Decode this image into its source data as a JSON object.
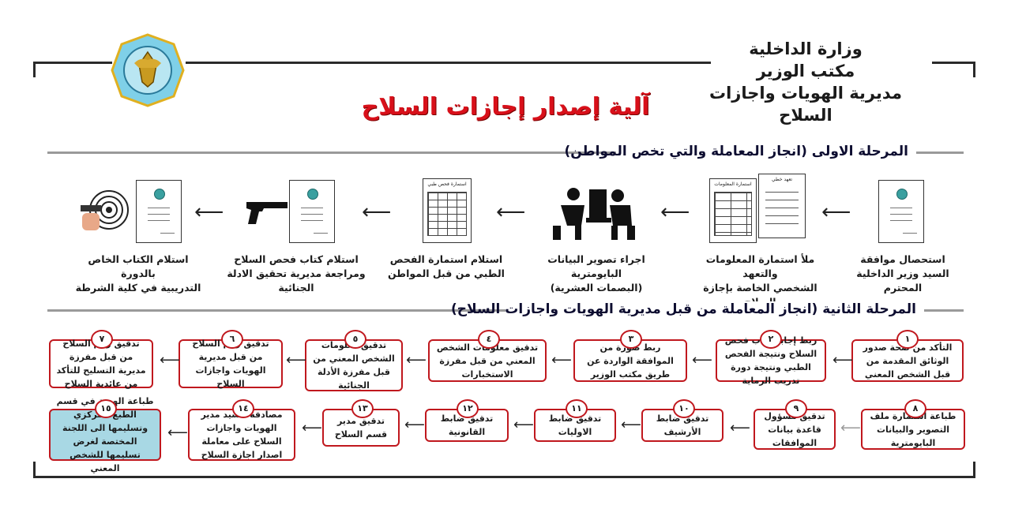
{
  "header": {
    "ministry": [
      "وزارة الداخلية",
      "مكتب الوزير",
      "مديرية الهويات واجازات السلاح"
    ],
    "title": "آلية إصدار إجازات السلاح"
  },
  "colors": {
    "accent_red": "#c0181e",
    "title_red": "#d8101a",
    "final_box": "#a8d8e4"
  },
  "stage1": {
    "title": "المرحلة الاولى (انجاز المعاملة والتي تخص المواطن)",
    "steps": [
      {
        "icon": "approval-document-icon",
        "caption": [
          "استحصال موافقة",
          "السيد وزير الداخلية المحترم"
        ]
      },
      {
        "icon": "forms-icon",
        "form_labels": [
          "استمارة المعلومات",
          "تعهد خطي"
        ],
        "caption": [
          "ملأ استمارة المعلومات والتعهد",
          "الشخصي الخاصة بإجازة السلاح"
        ]
      },
      {
        "icon": "biometric-capture-icon",
        "caption": [
          "اجراء تصوير البيانات البايومترية",
          "(البصمات العشرية)"
        ]
      },
      {
        "icon": "medical-form-icon",
        "form_labels": [
          "استمارة فحص طبي"
        ],
        "caption": [
          "استلام استمارة الفحص",
          "الطبي من قبل المواطن"
        ]
      },
      {
        "icon": "pistol-document-icon",
        "caption": [
          "استلام كتاب فحص السلاح",
          "ومراجعة مديرية تحقيق الادلة الجنائية"
        ]
      },
      {
        "icon": "shooting-target-icon",
        "caption": [
          "استلام الكتاب الخاص بالدورة",
          "التدريبية في كلية الشرطة"
        ]
      }
    ]
  },
  "stage2": {
    "title": "المرحلة الثانية (انجاز المعاملة من قبل مديرية الهويات واجازات السلاح)",
    "steps": [
      {
        "num": "١",
        "text": "التأكد من صحة صدور الوثائق المقدمة من قبل الشخص المعني"
      },
      {
        "num": "٢",
        "text": "ربط إجابة كتاب فحص السلاح ونتيجة الفحص الطبي ونتيجة دورة تدريب الرماية"
      },
      {
        "num": "٣",
        "text": "ربط صورة من الموافقة الواردة عن طريق مكتب الوزير"
      },
      {
        "num": "٤",
        "text": "تدقيق معلومات الشخص المعني من قبل مفرزة الاستخبارات"
      },
      {
        "num": "٥",
        "text": "تدقيق معلومات الشخص المعني من قبل مفرزة الأدلة الجنائية"
      },
      {
        "num": "٦",
        "text": "تدقيق رقم السلاح من قبل مديرية الهويات واجازات السلاح"
      },
      {
        "num": "٧",
        "text": "تدقيق رقم السلاح من قبل مفرزة مديرية التسليح للتأكد من عائدية السلاح"
      },
      {
        "num": "٨",
        "text": "طباعة استمارة ملف التصوير والبيانات البايومترية"
      },
      {
        "num": "٩",
        "text": "تدقيق مسؤول قاعدة بيانات الموافقات"
      },
      {
        "num": "١٠",
        "text": "تدقيق ضابط الأرشيف"
      },
      {
        "num": "١١",
        "text": "تدقيق ضابط الاوليات"
      },
      {
        "num": "١٢",
        "text": "تدقيق ضابط القانونية"
      },
      {
        "num": "١٣",
        "text": "تدقيق مدير قسم السلاح"
      },
      {
        "num": "١٤",
        "text": "مصادقة السيد مدير الهويات واجازات السلاح على معاملة اصدار اجازة السلاح"
      },
      {
        "num": "١٥",
        "text": "طباعة الهوية في قسم الطبع المركزي وتسليمها الى اللجنة المختصة لغرض تسليمها للشخص المعني"
      }
    ]
  }
}
